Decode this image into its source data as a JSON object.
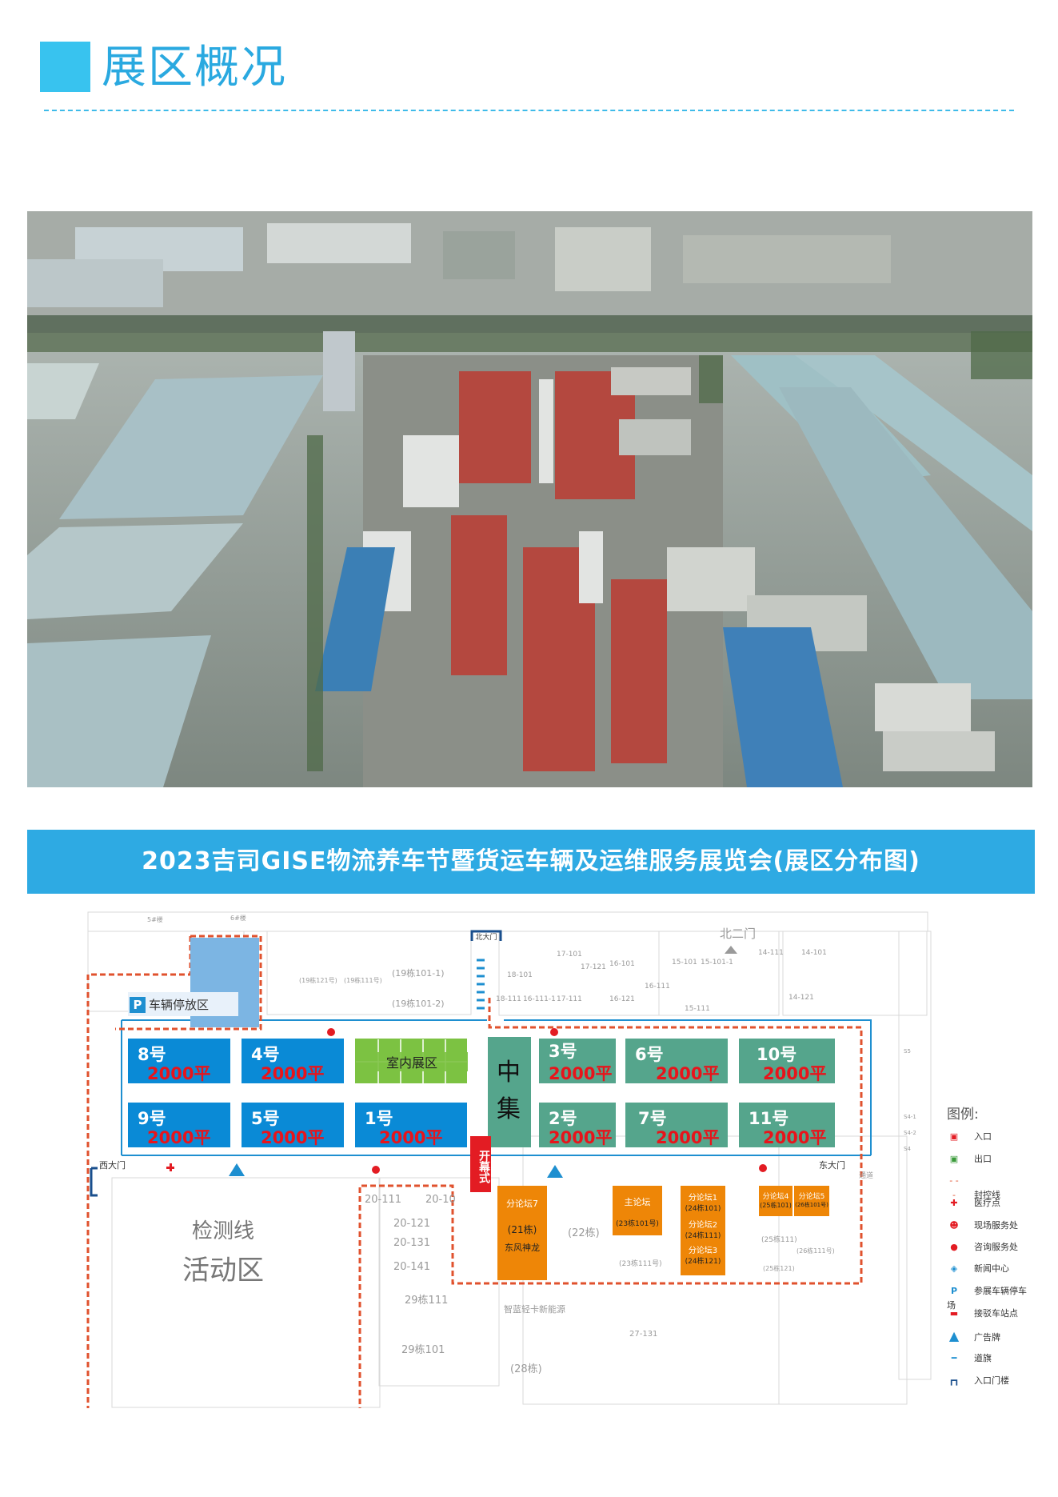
{
  "header": {
    "title": "展区概况"
  },
  "banner": {
    "title": "2023吉司GISE物流养车节暨货运车辆及运维服务展览会(展区分布图)"
  },
  "map": {
    "parking": {
      "icon": "P",
      "label": "车辆停放区"
    },
    "gates": {
      "north": "北大门",
      "north2": "北二门",
      "west": "西大门",
      "east": "东大门"
    },
    "halls": [
      {
        "no": "8号",
        "area": "2000平"
      },
      {
        "no": "4号",
        "area": "2000平"
      },
      {
        "no": "9号",
        "area": "2000平"
      },
      {
        "no": "5号",
        "area": "2000平"
      },
      {
        "no": "1号",
        "area": "2000平"
      },
      {
        "no": "3号",
        "area": "2000平"
      },
      {
        "no": "6号",
        "area": "2000平"
      },
      {
        "no": "10号",
        "area": "2000平"
      },
      {
        "no": "2号",
        "area": "2000平"
      },
      {
        "no": "7号",
        "area": "2000平"
      },
      {
        "no": "11号",
        "area": "2000平"
      }
    ],
    "indoor": "室内展区",
    "zhongji": "中集",
    "opening": "开幕式",
    "inspection": {
      "line1": "检测线",
      "line2": "活动区"
    },
    "forums": {
      "f7": {
        "title": "分论坛7",
        "bldg": "(21栋)",
        "sponsor": "东风神龙"
      },
      "main": {
        "title": "主论坛",
        "bldg": "(23栋101号)"
      },
      "f1": {
        "title": "分论坛1",
        "bldg": "(24栋101)"
      },
      "f2": {
        "title": "分论坛2",
        "bldg": "(24栋111)"
      },
      "f3": {
        "title": "分论坛3",
        "bldg": "(24栋121)"
      },
      "f4": {
        "title": "分论坛4",
        "bldg": "(25栋101)"
      },
      "f5": {
        "title": "分论坛5",
        "bldg": "(26栋101号)"
      }
    },
    "buildings": {
      "b22": "(22栋)",
      "b23_111": "(23栋111号)",
      "b25_111": "(25栋111)",
      "b26_111": "(26栋111号)",
      "b25_121": "(25栋121)",
      "b20_111": "20-111",
      "b20_10": "20-10",
      "b20_121": "20-121",
      "b20_131": "20-131",
      "b20_141": "20-141",
      "b29_111": "29栋111",
      "b29_101": "29栋101",
      "b28": "(28栋)",
      "b27_131": "27-131",
      "b19_101_1": "(19栋101-1)",
      "b19_101_2": "(19栋101-2)",
      "b19_121": "(19栋121号)",
      "b19_111": "(19栋111号)",
      "b18_101": "18-101",
      "b18_111": "18-111",
      "b16_111_1": "16-111-1",
      "b17_111": "17-111",
      "b17_101": "17-101",
      "b17_121": "17-121",
      "b16_101": "16-101",
      "b16_111": "16-111",
      "b16_121": "16-121",
      "b15_101": "15-101",
      "b15_101_1": "15-101-1",
      "b15_111": "15-111",
      "b14_111": "14-111",
      "b14_101": "14-101",
      "b14_121": "14-121",
      "top5": "5#楼",
      "top6": "6#楼"
    },
    "misc": {
      "zhilan": "智蓝轻卡新能源",
      "east_road": "通道",
      "s5": "S5",
      "s41": "S4-1",
      "s42": "S4-2",
      "s4": "S4"
    }
  },
  "legend": {
    "title": "图例:",
    "items": [
      "入口",
      "出口",
      "封控线",
      "医疗点",
      "现场服务处",
      "咨询服务处",
      "新闻中心",
      "参展车辆停车场",
      "接驳车站点",
      "广告牌",
      "道旗",
      "入口门楼"
    ]
  },
  "colors": {
    "accent": "#2eaae3",
    "hall_blue": "#0a8ad6",
    "hall_teal": "#55a58c",
    "forum_orange": "#ee8607",
    "area_red": "#e8141b",
    "control_line": "#e0522e"
  }
}
